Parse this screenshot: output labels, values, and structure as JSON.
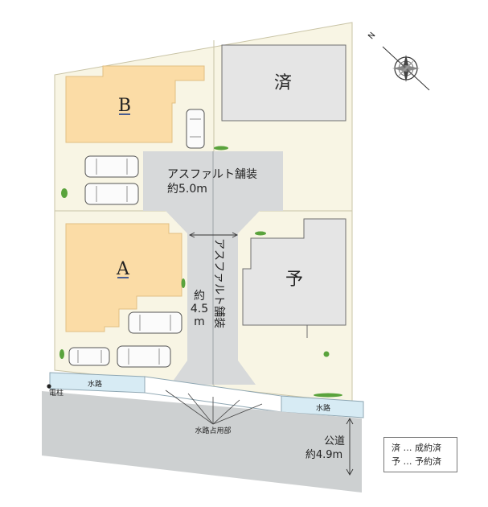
{
  "lots": {
    "b_label": "B",
    "a_label": "A",
    "sold_mark": "済",
    "reserved_mark": "予"
  },
  "paving": {
    "upper_line1": "アスファルト舗装",
    "upper_line2": "約5.0m",
    "vertical_text": "アスファルト舗装",
    "width_line1": "約",
    "width_line2": "4.5",
    "width_line3": "m"
  },
  "waterway": {
    "left": "水路",
    "right": "水路",
    "occupancy": "水路占用部"
  },
  "pole": "電柱",
  "road": {
    "line1": "公道",
    "line2": "約4.9m"
  },
  "compass": {
    "north": "N"
  },
  "legend": {
    "sold": "済 … 成約済",
    "reserved": "予 … 予約済"
  },
  "colors": {
    "land": "#f8f5e4",
    "house": "#fbdca6",
    "building": "#e5e5e5",
    "asphalt": "#d7d9da",
    "road": "#cdd0d1",
    "water": "#d7ebf4"
  }
}
